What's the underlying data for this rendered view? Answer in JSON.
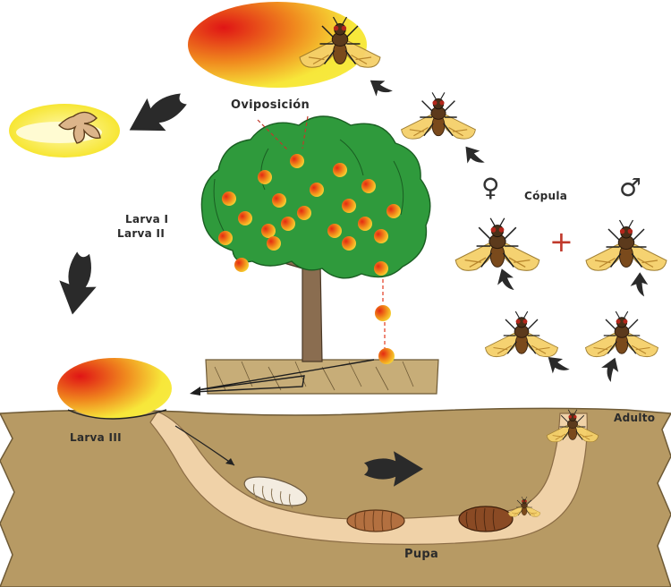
{
  "labels": {
    "oviposicion": "Oviposición",
    "larva_1": "Larva I",
    "larva_2": "Larva II",
    "larva_3": "Larva III",
    "copula": "Cópula",
    "adulto": "Adulto",
    "pupa": "Pupa",
    "female_symbol": "♀",
    "male_symbol": "♂",
    "plus_sign": "+"
  },
  "colors": {
    "soil": "#b79a64",
    "tunnel": "#f0d2a8",
    "leaf": "#2f9a3c",
    "trunk": "#8a6d50",
    "fruit_red": "#e32417",
    "fruit_yellow": "#f7e73a",
    "arrow": "#2a2a2a",
    "fly_wing": "#f5d06a",
    "plus": "#c0392b"
  }
}
